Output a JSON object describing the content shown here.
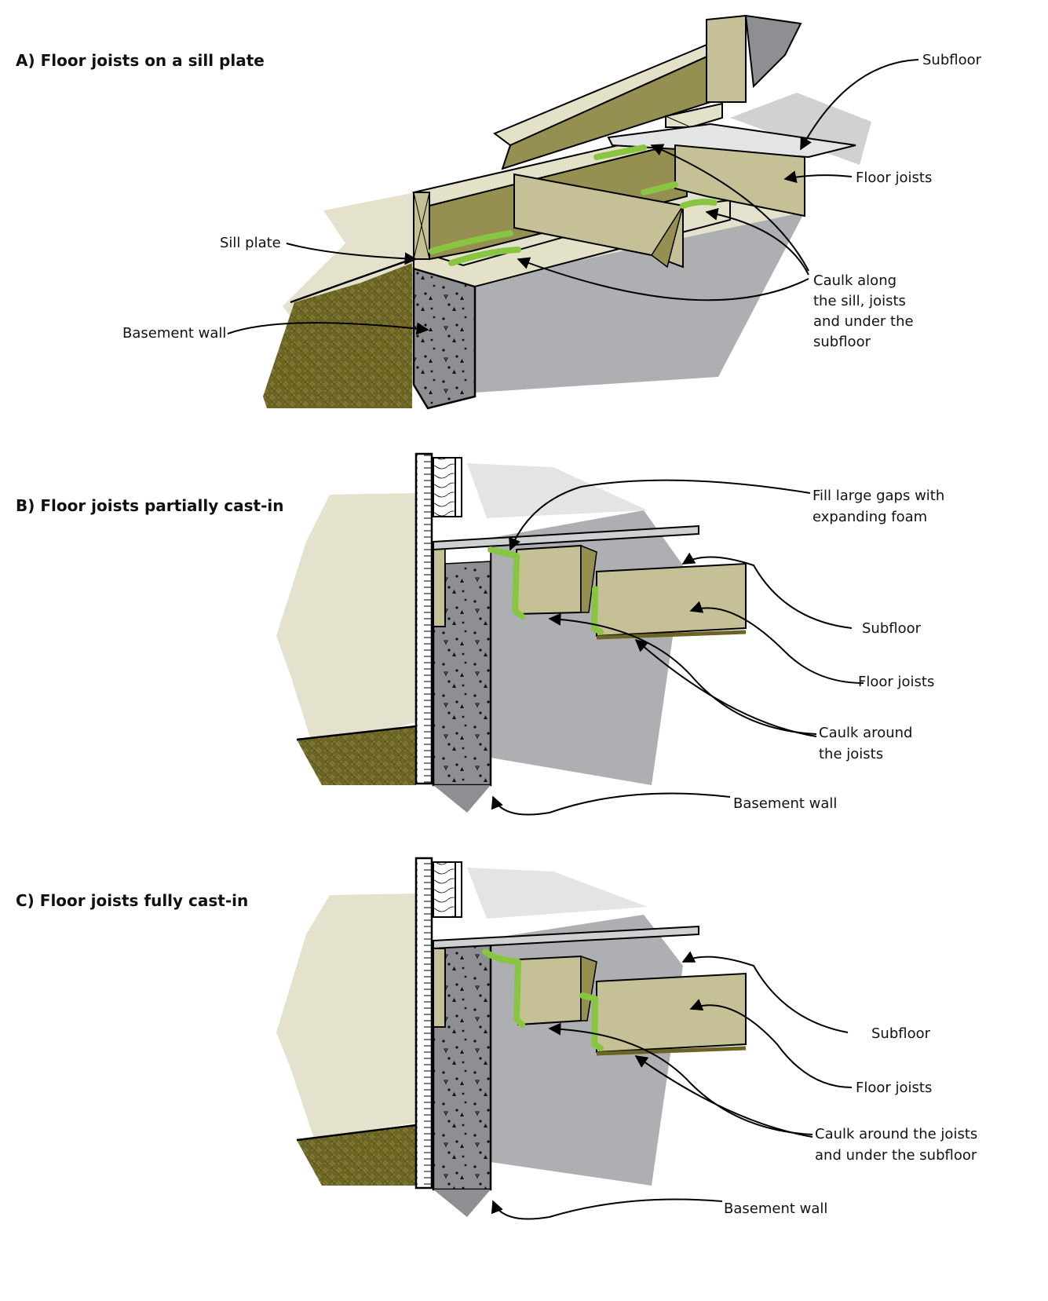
{
  "figure": {
    "panels": [
      {
        "id": "A",
        "title": "A)  Floor joists on a sill plate",
        "labels": {
          "subfloor": "Subfloor",
          "floor_joists": "Floor joists",
          "sill_plate": "Sill plate",
          "basement_wall": "Basement wall",
          "caulk": [
            "Caulk along",
            "the sill, joists",
            "and under the",
            "subfloor"
          ]
        }
      },
      {
        "id": "B",
        "title": "B)  Floor joists partially cast-in",
        "labels": {
          "foam": [
            "Fill large gaps with",
            "expanding foam"
          ],
          "subfloor": "Subfloor",
          "floor_joists": "Floor joists",
          "caulk": [
            "Caulk around",
            "the joists"
          ],
          "basement_wall": "Basement wall"
        }
      },
      {
        "id": "C",
        "title": "C)  Floor joists fully cast-in",
        "labels": {
          "subfloor": "Subfloor",
          "floor_joists": "Floor joists",
          "caulk": [
            "Caulk around the joists",
            "and under the subfloor"
          ],
          "basement_wall": "Basement wall"
        }
      }
    ],
    "colors": {
      "wood_light": "#c5c096",
      "wood_dark": "#958f52",
      "wood_top": "#e4e1c9",
      "soil": "#6b6424",
      "concrete": "#8e8f92",
      "wall_face": "#aeafb2",
      "floor_gray": "#e3e4e5",
      "background_beige": "#e4e1cc",
      "caulk_green": "#88c540"
    }
  }
}
